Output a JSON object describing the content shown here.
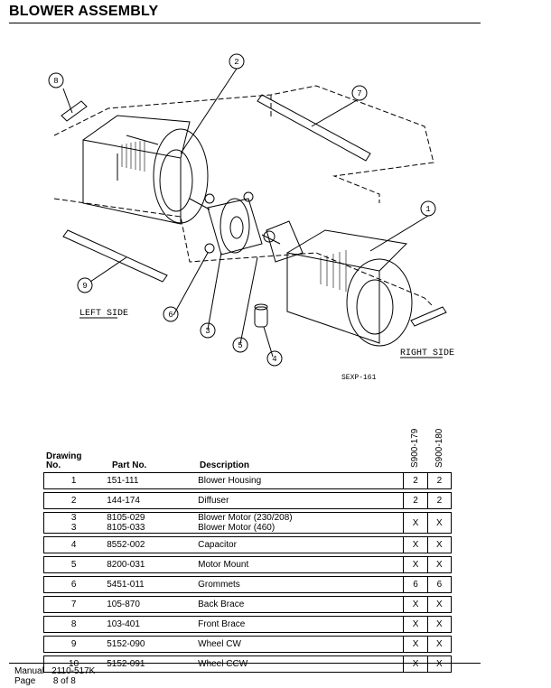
{
  "header": {
    "title": "BLOWER ASSEMBLY"
  },
  "diagram": {
    "callouts": [
      "1",
      "2",
      "3",
      "4",
      "5",
      "6",
      "7",
      "8",
      "9"
    ],
    "left_label": "LEFT SIDE",
    "right_label": "RIGHT SIDE",
    "drawing_id": "SEXP-161"
  },
  "table": {
    "col_drawing": "Drawing",
    "col_no": "No.",
    "col_part": "Part No.",
    "col_desc": "Description",
    "col_model_a": "S900-179",
    "col_model_b": "S900-180",
    "rows": [
      {
        "no": [
          "1"
        ],
        "part": [
          "151-111"
        ],
        "desc": [
          "Blower Housing"
        ],
        "a": [
          "2"
        ],
        "b": [
          "2"
        ]
      },
      {
        "no": [
          "2"
        ],
        "part": [
          "144-174"
        ],
        "desc": [
          "Diffuser"
        ],
        "a": [
          "2"
        ],
        "b": [
          "2"
        ]
      },
      {
        "no": [
          "3",
          "3"
        ],
        "part": [
          "8105-029",
          "8105-033"
        ],
        "desc": [
          "Blower Motor (230/208)",
          "Blower Motor (460)"
        ],
        "a": [
          "X",
          ""
        ],
        "b": [
          "",
          "X"
        ]
      },
      {
        "no": [
          "4"
        ],
        "part": [
          "8552-002"
        ],
        "desc": [
          "Capacitor"
        ],
        "a": [
          "X"
        ],
        "b": [
          "X"
        ]
      },
      {
        "no": [
          "5"
        ],
        "part": [
          "8200-031"
        ],
        "desc": [
          "Motor Mount"
        ],
        "a": [
          "X"
        ],
        "b": [
          "X"
        ]
      },
      {
        "no": [
          "6"
        ],
        "part": [
          "5451-011"
        ],
        "desc": [
          "Grommets"
        ],
        "a": [
          "6"
        ],
        "b": [
          "6"
        ]
      },
      {
        "no": [
          "7"
        ],
        "part": [
          "105-870"
        ],
        "desc": [
          "Back Brace"
        ],
        "a": [
          "X"
        ],
        "b": [
          "X"
        ]
      },
      {
        "no": [
          "8"
        ],
        "part": [
          "103-401"
        ],
        "desc": [
          "Front Brace"
        ],
        "a": [
          "X"
        ],
        "b": [
          "X"
        ]
      },
      {
        "no": [
          "9"
        ],
        "part": [
          "5152-090"
        ],
        "desc": [
          "Wheel CW"
        ],
        "a": [
          "X"
        ],
        "b": [
          "X"
        ]
      },
      {
        "no": [
          "10"
        ],
        "part": [
          "5152-091"
        ],
        "desc": [
          "Wheel CCW"
        ],
        "a": [
          "X"
        ],
        "b": [
          "X"
        ]
      }
    ]
  },
  "footer": {
    "manual_label": "Manual",
    "manual_value": "2110-517K",
    "page_label": "Page",
    "page_value": "8 of 8"
  }
}
